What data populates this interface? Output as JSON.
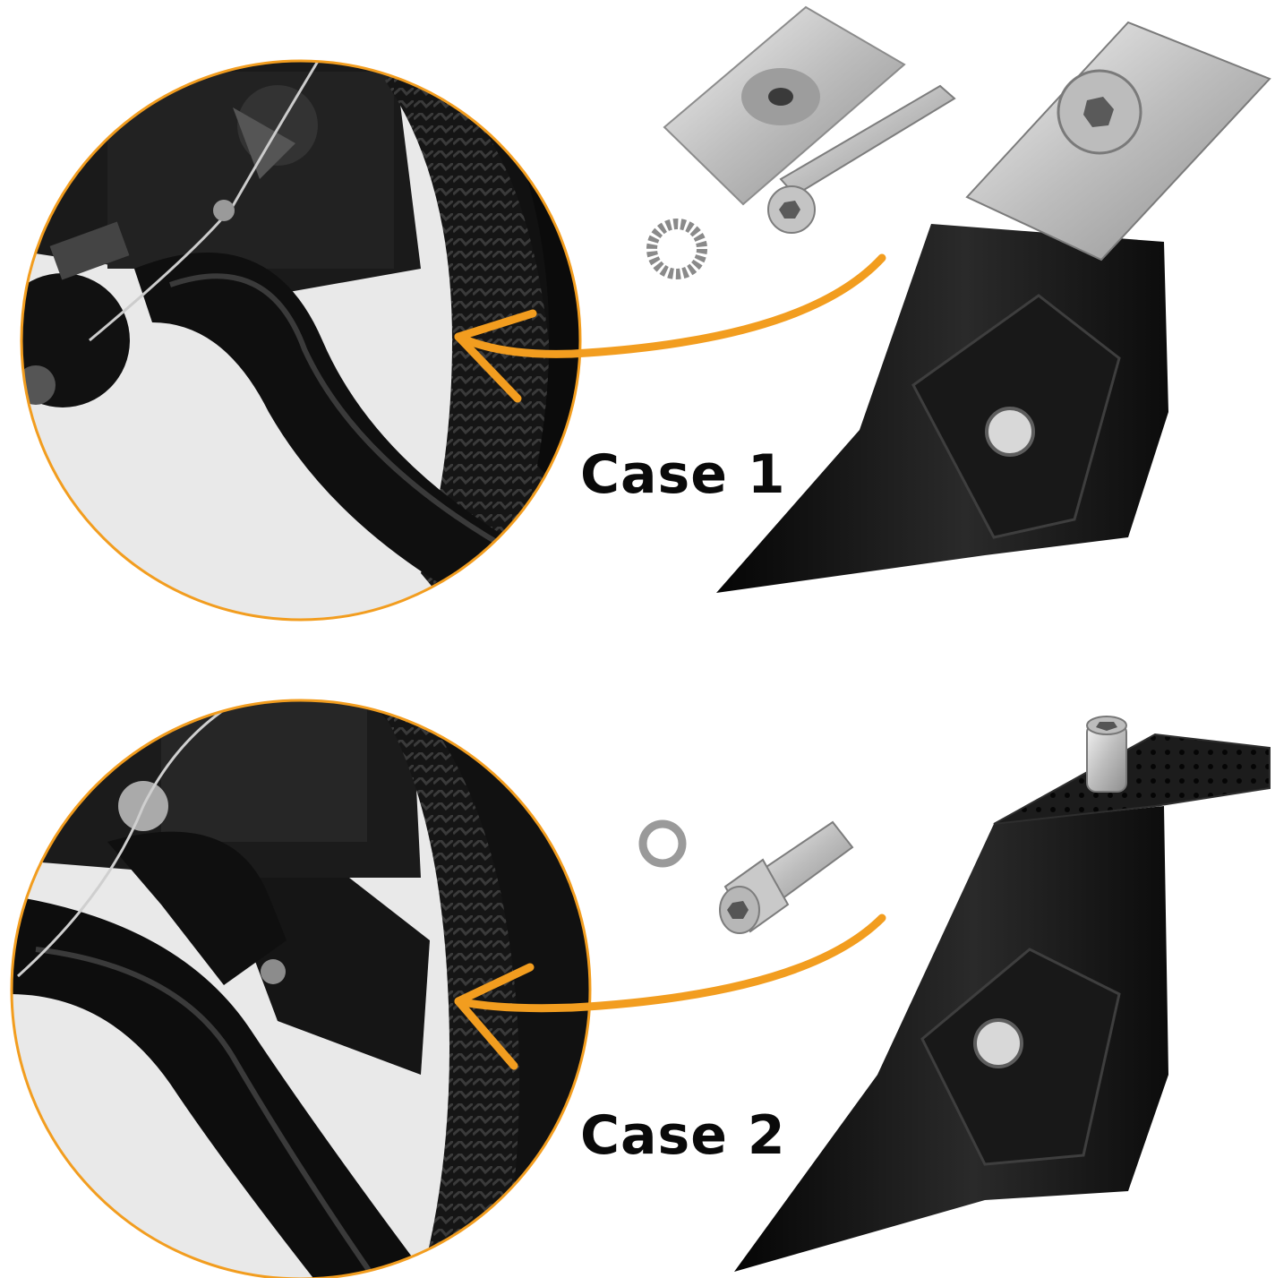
{
  "panels": [
    {
      "label": "Case 1",
      "mount": "clamp-plate-bolt"
    },
    {
      "label": "Case 2",
      "mount": "frame-bracket-bolt"
    }
  ],
  "colors": {
    "accent": "#f29d1f",
    "background": "#ffffff",
    "stand": "#141414",
    "metal": "#c9c9c9",
    "label": "#0a0a0a"
  },
  "icons": [
    "circle-zoom",
    "curved-arrow",
    "countersunk-bolt",
    "clamp-plate",
    "serrated-washer",
    "socket-cap-screw",
    "split-lock-washer",
    "kickstand"
  ]
}
